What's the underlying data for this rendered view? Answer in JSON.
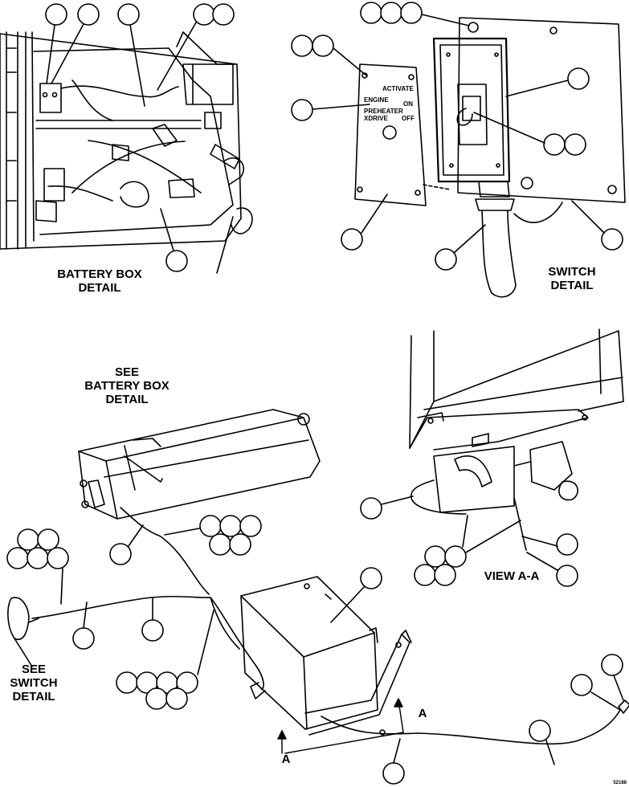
{
  "labels": {
    "battery_box_detail": [
      "BATTERY BOX",
      "DETAIL"
    ],
    "switch_detail": [
      "SWITCH",
      "DETAIL"
    ],
    "see_battery_box_detail": [
      "SEE",
      "BATTERY BOX",
      "DETAIL"
    ],
    "see_switch_detail": [
      "SEE",
      "SWITCH",
      "DETAIL"
    ],
    "view_aa": "VIEW A-A",
    "section_arrow_a": "A",
    "figure_number": "52188"
  },
  "plate": {
    "activate": "ACTIVATE",
    "engine": "ENGINE",
    "on": "ON",
    "preheater": "PREHEATER",
    "off": "OFF",
    "xdrive": "XDRIVE"
  }
}
